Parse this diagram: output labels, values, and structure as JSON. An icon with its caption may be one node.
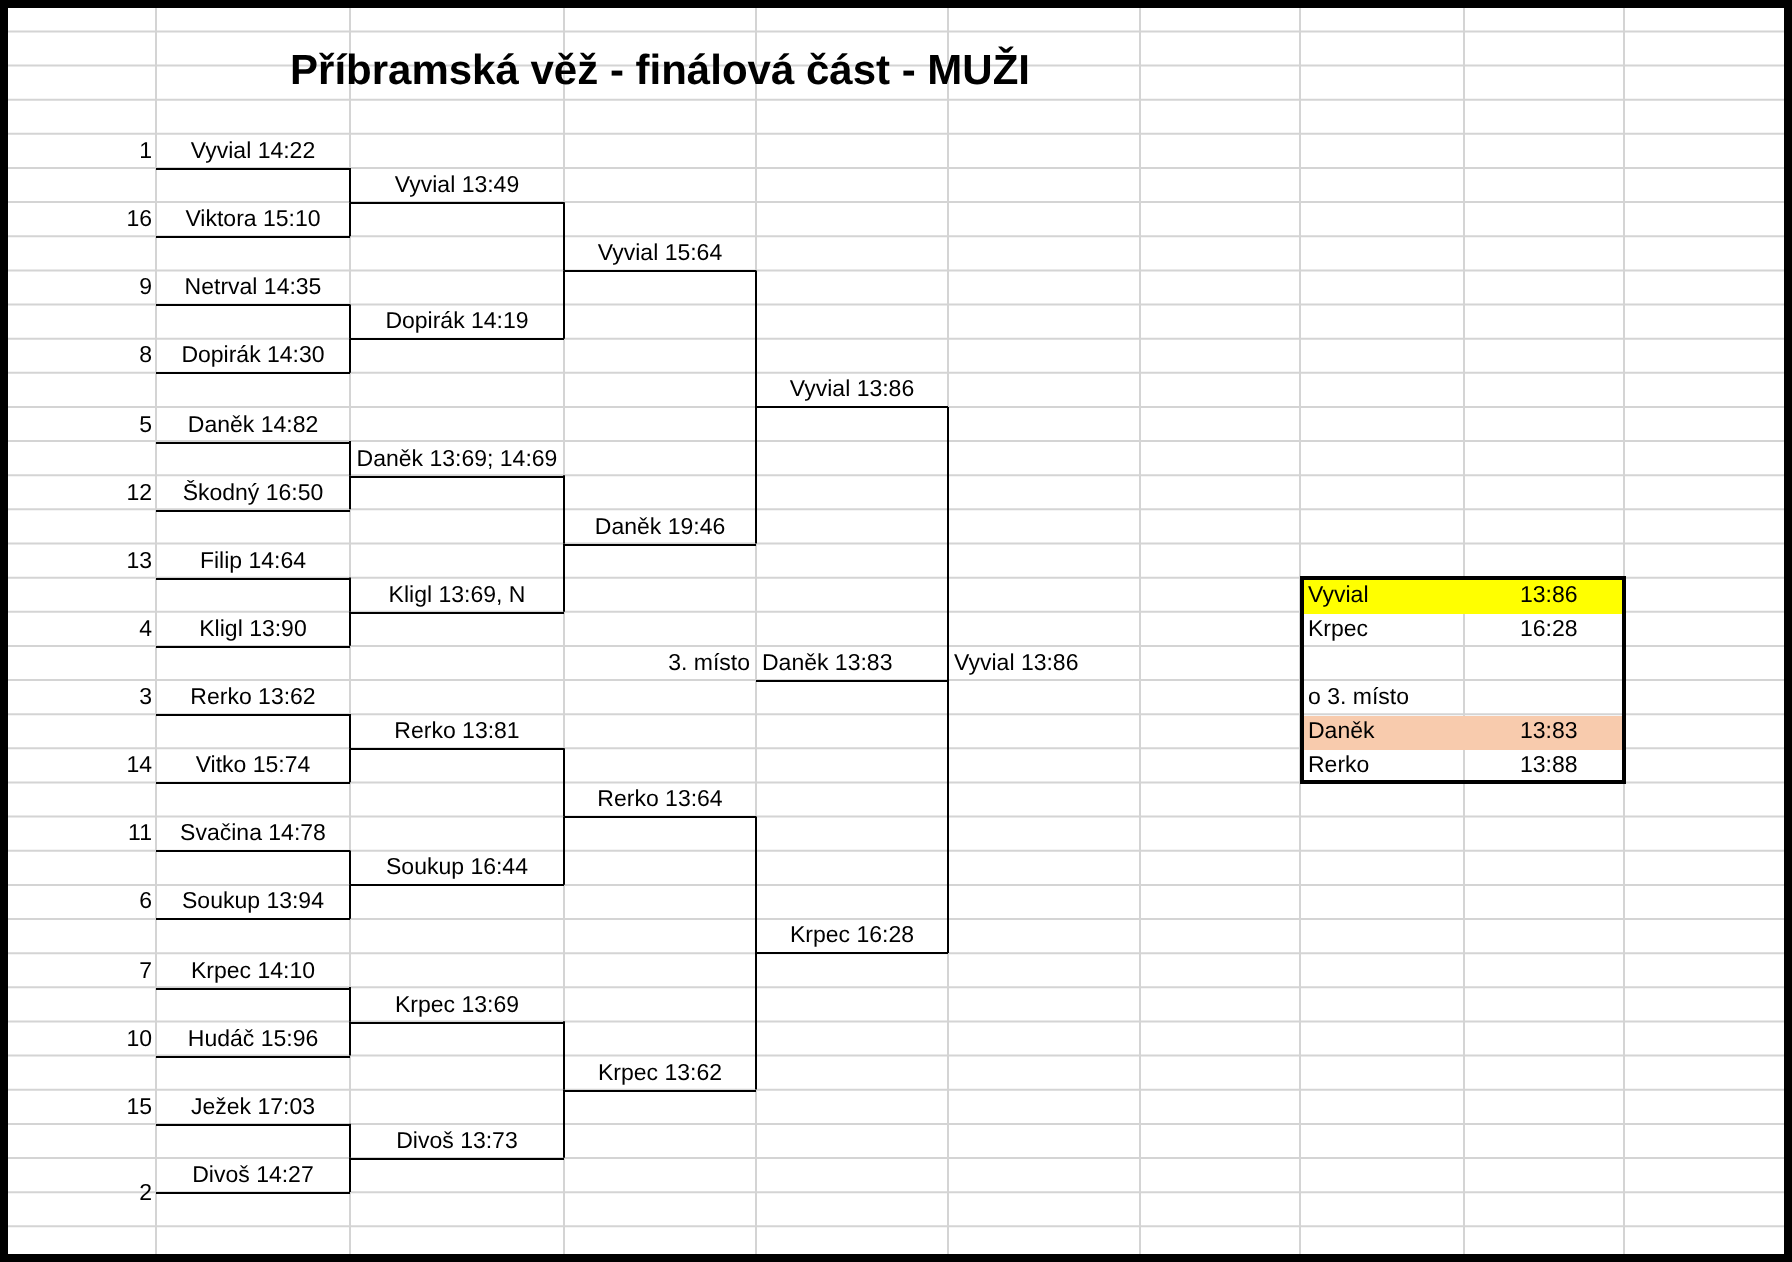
{
  "diagram": {
    "title": "Příbramská věž - finálová část - MUŽI",
    "nodes": [
      {
        "text": [
          "Vyvial 14:22"
        ],
        "beside": [
          "1"
        ]
      },
      {
        "text": [
          "Viktora 15:10"
        ],
        "beside": [
          "16"
        ]
      },
      {
        "text": [
          "Netrval 14:35"
        ],
        "beside": [
          "9"
        ]
      },
      {
        "text": [
          "Dopirák 14:30"
        ],
        "beside": [
          "8"
        ]
      },
      {
        "text": [
          "Daněk 14:82"
        ],
        "beside": [
          "5"
        ]
      },
      {
        "text": [
          "Škodný 16:50"
        ],
        "beside": [
          "12"
        ]
      },
      {
        "text": [
          "Filip 14:64"
        ],
        "beside": [
          "13"
        ]
      },
      {
        "text": [
          "Kligl 13:90"
        ],
        "beside": [
          "4"
        ]
      },
      {
        "text": [
          "Rerko 13:62"
        ],
        "beside": [
          "3"
        ]
      },
      {
        "text": [
          "Vitko 15:74"
        ],
        "beside": [
          "14"
        ]
      },
      {
        "text": [
          "Svačina 14:78"
        ],
        "beside": [
          "11"
        ]
      },
      {
        "text": [
          "Soukup 13:94"
        ],
        "beside": [
          "6"
        ]
      },
      {
        "text": [
          "Krpec 14:10"
        ],
        "beside": [
          "7"
        ]
      },
      {
        "text": [
          "Hudáč 15:96"
        ],
        "beside": [
          "10"
        ]
      },
      {
        "text": [
          "Ježek 17:03"
        ],
        "beside": [
          "15"
        ]
      },
      {
        "text": [
          "Divoš 14:27"
        ],
        "beside": [
          "2"
        ]
      },
      {
        "text": [
          "Vyvial 13:49"
        ]
      },
      {
        "text": [
          "Dopirák 14:19"
        ]
      },
      {
        "text": [
          "Daněk 13:69; 14:69"
        ]
      },
      {
        "text": [
          "Kligl 13:69, N"
        ]
      },
      {
        "text": [
          "Rerko 13:81"
        ]
      },
      {
        "text": [
          "Soukup 16:44"
        ]
      },
      {
        "text": [
          "Krpec 13:69"
        ]
      },
      {
        "text": [
          "Divoš 13:73"
        ]
      },
      {
        "text": [
          "Vyvial 15:64"
        ]
      },
      {
        "text": [
          "Daněk 19:46"
        ]
      },
      {
        "text": [
          "Rerko 13:64"
        ]
      },
      {
        "text": [
          "Krpec 13:62"
        ]
      },
      {
        "text": [
          "Vyvial 13:86"
        ]
      },
      {
        "text": [
          "Krpec 16:28"
        ]
      },
      {
        "text": [
          "Daněk 13:83"
        ],
        "beside": [
          "3. místo"
        ]
      },
      {
        "text": [
          "Vyvial 13:86"
        ]
      }
    ],
    "edges": [
      {
        "from": 0,
        "to": 16,
        "arrow": "none"
      },
      {
        "from": 1,
        "to": 16,
        "arrow": "none"
      },
      {
        "from": 2,
        "to": 17,
        "arrow": "none"
      },
      {
        "from": 3,
        "to": 17,
        "arrow": "none"
      },
      {
        "from": 4,
        "to": 18,
        "arrow": "none"
      },
      {
        "from": 5,
        "to": 18,
        "arrow": "none"
      },
      {
        "from": 6,
        "to": 19,
        "arrow": "none"
      },
      {
        "from": 7,
        "to": 19,
        "arrow": "none"
      },
      {
        "from": 8,
        "to": 20,
        "arrow": "none"
      },
      {
        "from": 9,
        "to": 20,
        "arrow": "none"
      },
      {
        "from": 10,
        "to": 21,
        "arrow": "none"
      },
      {
        "from": 11,
        "to": 21,
        "arrow": "none"
      },
      {
        "from": 12,
        "to": 22,
        "arrow": "none"
      },
      {
        "from": 13,
        "to": 22,
        "arrow": "none"
      },
      {
        "from": 14,
        "to": 23,
        "arrow": "none"
      },
      {
        "from": 15,
        "to": 23,
        "arrow": "none"
      },
      {
        "from": 16,
        "to": 24,
        "arrow": "none"
      },
      {
        "from": 17,
        "to": 24,
        "arrow": "none"
      },
      {
        "from": 18,
        "to": 25,
        "arrow": "none"
      },
      {
        "from": 19,
        "to": 25,
        "arrow": "none"
      },
      {
        "from": 20,
        "to": 26,
        "arrow": "none"
      },
      {
        "from": 21,
        "to": 26,
        "arrow": "none"
      },
      {
        "from": 22,
        "to": 27,
        "arrow": "none"
      },
      {
        "from": 23,
        "to": 27,
        "arrow": "none"
      },
      {
        "from": 24,
        "to": 28,
        "arrow": "none"
      },
      {
        "from": 25,
        "to": 28,
        "arrow": "none"
      },
      {
        "from": 26,
        "to": 29,
        "arrow": "none"
      },
      {
        "from": 27,
        "to": 29,
        "arrow": "none"
      },
      {
        "from": 28,
        "to": 31,
        "arrow": "none"
      },
      {
        "from": 29,
        "to": 31,
        "arrow": "none"
      }
    ],
    "labels": [
      "Vyvial",
      "13:86",
      "Krpec",
      "16:28",
      "o 3. místo",
      "Daněk",
      "13:83",
      "Rerko",
      "13:88"
    ]
  }
}
